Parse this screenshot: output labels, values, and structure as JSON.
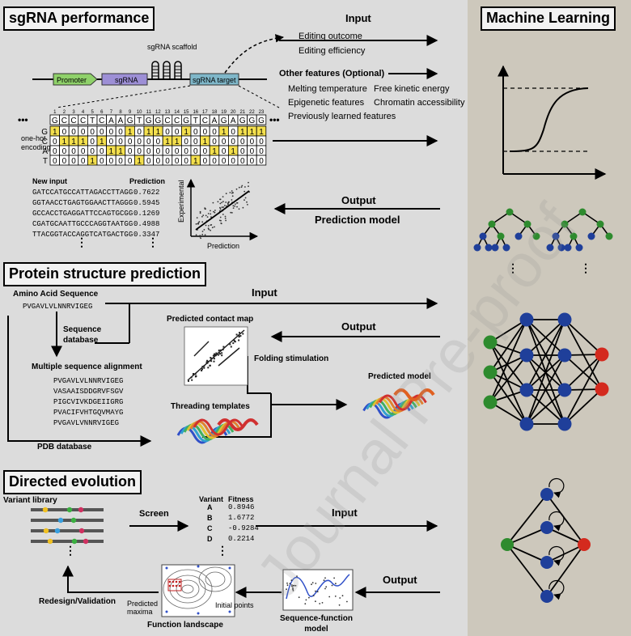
{
  "colors": {
    "background": "#d9d9d9",
    "ml_panel": "#cdc8bc",
    "promoter": "#8fd16a",
    "sgrna": "#9d8fd6",
    "target": "#7fb7c9",
    "highlight": "#f4e04d",
    "node_green": "#2e8b2e",
    "node_blue": "#1f3f9a",
    "node_red": "#d42a1e"
  },
  "sgrna": {
    "title": "sgRNA performance",
    "input_label": "Input",
    "inputs": [
      "Editing outcome",
      "Editing efficiency"
    ],
    "other_features_label": "Other features (Optional)",
    "features": [
      "Melting temperature",
      "Free kinetic energy",
      "Epigenetic features",
      "Chromatin accessibility",
      "Previously learned features"
    ],
    "scaffold_label": "sgRNA scaffold",
    "construct": {
      "promoter": "Promoter",
      "sgrna": "sgRNA",
      "target": "sgRNA target"
    },
    "positions": [
      "1",
      "2",
      "3",
      "4",
      "5",
      "6",
      "7",
      "8",
      "9",
      "10",
      "11",
      "12",
      "13",
      "14",
      "15",
      "16",
      "17",
      "18",
      "19",
      "20",
      "21",
      "22",
      "23"
    ],
    "sequence": [
      "G",
      "C",
      "C",
      "C",
      "T",
      "C",
      "A",
      "A",
      "G",
      "T",
      "G",
      "G",
      "C",
      "C",
      "G",
      "T",
      "C",
      "A",
      "G",
      "A",
      "G",
      "G",
      "G"
    ],
    "onehot_label": "one-hot\nencoding",
    "onehot_rows": [
      {
        "base": "G",
        "bits": "10000000101100100010111"
      },
      {
        "base": "C",
        "bits": "01110100000011001000000"
      },
      {
        "base": "A",
        "bits": "00000011000000000101000"
      },
      {
        "base": "T",
        "bits": "00001000010000010000000"
      }
    ],
    "ellipsis": "•••",
    "new_input_label": "New input",
    "prediction_label": "Prediction",
    "predictions": [
      {
        "seq": "GATCCATGCCATTAGACCTTAGG",
        "value": "0.7622"
      },
      {
        "seq": "GGTAACCTGAGTGGAACTTAGGG",
        "value": "0.5945"
      },
      {
        "seq": "GCCACCTGAGGATTCCAGTGCGG",
        "value": "0.1269"
      },
      {
        "seq": "CGATGCAATTGCCCAGGTAATGG",
        "value": "0.4988"
      },
      {
        "seq": "TTACGGTACCAGGTCATGACTGG",
        "value": "0.3347"
      }
    ],
    "vdots": "⋮",
    "scatter_ylabel": "Experimental",
    "scatter_xlabel": "Prediction",
    "output_label": "Output",
    "model_label": "Prediction model"
  },
  "protein": {
    "title": "Protein structure prediction",
    "aa_label": "Amino Acid Sequence",
    "aa_seq": "PVGAVLVLNNRVIGEG",
    "seqdb_label": "Sequence\ndatabase",
    "msa_label": "Multiple sequence alignment",
    "msa": [
      "PVGAVLVLNNRVIGEG",
      "VASAAISDDGRVFSGV",
      "PIGCVIVKDGEIIGRG",
      "PVACIFVHTGQVMAYG",
      "PVGAVLVNNRVIGEG"
    ],
    "input_label": "Input",
    "output_label": "Output",
    "contact_label": "Predicted contact map",
    "folding_label": "Folding stimulation",
    "threading_label": "Threading templates",
    "model_label": "Predicted model",
    "pdb_label": "PDB database"
  },
  "evolution": {
    "title": "Directed evolution",
    "library_label": "Variant library",
    "screen_label": "Screen",
    "variant_header": "Variant",
    "fitness_header": "Fitness",
    "variants": [
      {
        "name": "A",
        "fitness": "0.8946"
      },
      {
        "name": "B",
        "fitness": "1.6772"
      },
      {
        "name": "C",
        "fitness": "-0.9284"
      },
      {
        "name": "D",
        "fitness": "0.2214"
      }
    ],
    "input_label": "Input",
    "output_label": "Output",
    "redesign_label": "Redesign/Validation",
    "maxima_label": "Predicted\nmaxima",
    "initial_label": "Initial points",
    "landscape_label": "Function landscape",
    "model_label": "Sequence-function\nmodel"
  },
  "ml": {
    "title": "Machine Learning"
  },
  "watermark": "Journal Pre-proof"
}
